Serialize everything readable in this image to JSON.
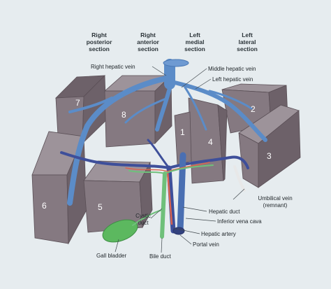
{
  "headers": {
    "right_posterior": [
      "Right",
      "posterior",
      "section"
    ],
    "right_anterior": [
      "Right",
      "anterior",
      "section"
    ],
    "left_medial": [
      "Left",
      "medial",
      "section"
    ],
    "left_lateral": [
      "Left",
      "lateral",
      "section"
    ]
  },
  "segments": [
    "1",
    "2",
    "3",
    "4",
    "5",
    "6",
    "7",
    "8"
  ],
  "labels": {
    "right_hepatic_vein": "Right hepatic vein",
    "middle_hepatic_vein": "Middle hepatic vein",
    "left_hepatic_vein": "Left hepatic vein",
    "umbilical_vein": [
      "Umbilical vein",
      "(remnant)"
    ],
    "hepatic_duct": "Hepatic duct",
    "inferior_vena_cava": "Inferior vena cava",
    "cystic_duct": [
      "Cystic",
      "duct"
    ],
    "hepatic_artery": "Hepatic artery",
    "portal_vein": "Portal vein",
    "gall_bladder": "Gall bladder",
    "bile_duct": "Bile duct"
  },
  "colors": {
    "background": "#e6ecef",
    "liver_segment": "#857981",
    "hepatic_vein": "#5b8cc8",
    "portal_vein": "#3e4f9a",
    "hepatic_artery": "#d9634f",
    "bile_duct": "#6fc07a",
    "gall_bladder": "#5cb85f"
  }
}
